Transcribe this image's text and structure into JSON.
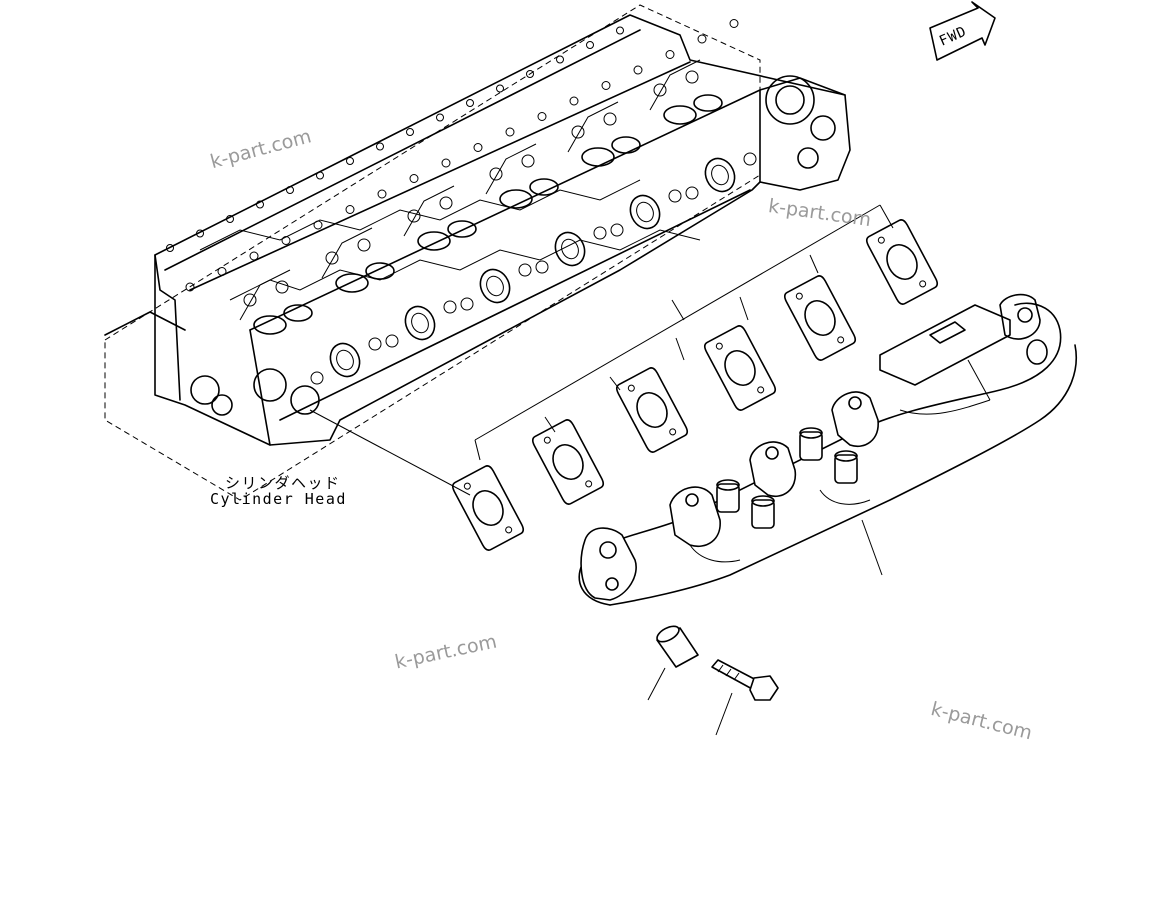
{
  "diagram": {
    "fwd_label": "FWD",
    "cylinder_head_label_jp": "シリンダヘッド",
    "cylinder_head_label_en": "Cylinder Head",
    "watermarks": [
      "k-part.com",
      "k-part.com",
      "k-part.com",
      "k-part.com"
    ]
  }
}
